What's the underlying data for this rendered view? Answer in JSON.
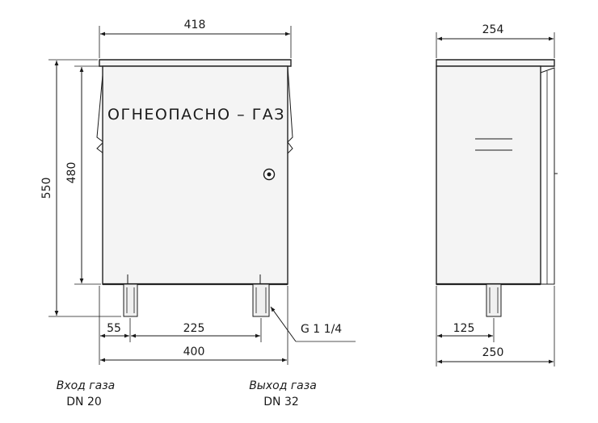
{
  "front_view": {
    "dim_width_top": "418",
    "dim_height_total": "550",
    "dim_height_body": "480",
    "warning_label": "ОГНЕОПАСНО – ГАЗ",
    "dim_left_offset": "55",
    "dim_pipe_spacing": "225",
    "dim_width_base": "400",
    "thread_label": "G 1 1/4"
  },
  "side_view": {
    "dim_depth_top": "254",
    "dim_pipe_offset": "125",
    "dim_depth_base": "250"
  },
  "captions": {
    "inlet_title": "Вход газа",
    "inlet_size": "DN 20",
    "outlet_title": "Выход газа",
    "outlet_size": "DN 32"
  },
  "colors": {
    "line": "#1a1a1a",
    "cabinet_fill": "#f4f4f4"
  }
}
